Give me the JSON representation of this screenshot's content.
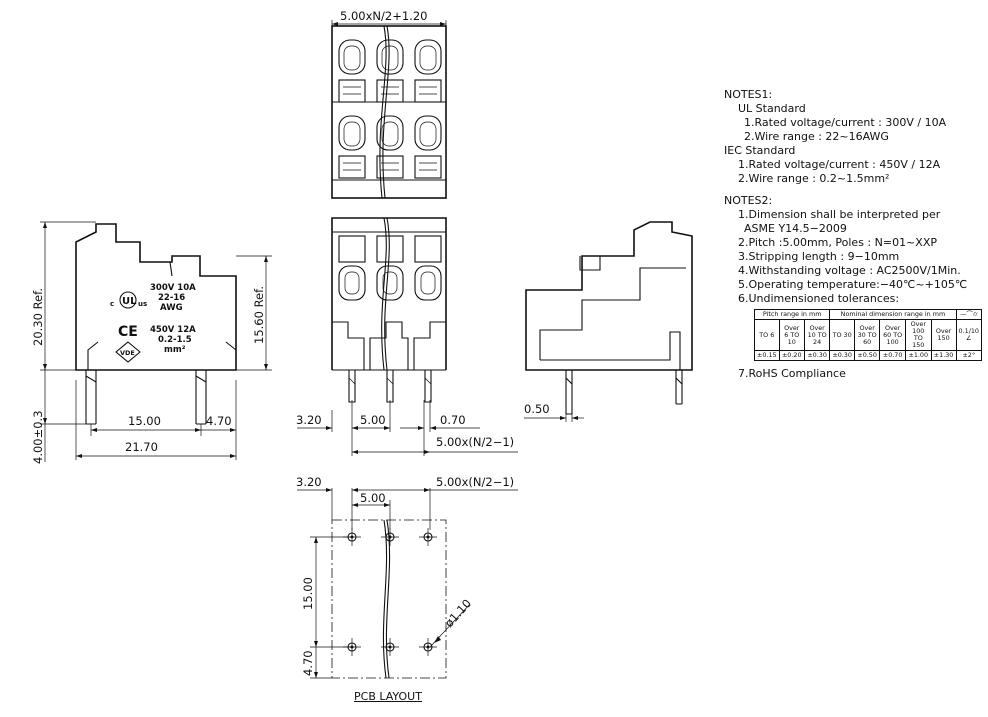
{
  "dimensions": {
    "top_width": "5.00xN/2+1.20",
    "side_height_total": "20.30 Ref.",
    "side_height_body": "15.60 Ref.",
    "pin_length": "4.00±0.3",
    "side_pin_span": "15.00",
    "side_pin_offset": "4.70",
    "side_overall": "21.70",
    "front_edge": "3.20",
    "front_pitch": "5.00",
    "front_pin_width": "0.70",
    "front_span": "5.00x(N/2−1)",
    "back_pin": "0.50",
    "pcb_edge": "3.20",
    "pcb_pitch": "5.00",
    "pcb_span": "5.00x(N/2−1)",
    "pcb_pin_span": "15.00",
    "pcb_offset": "4.70",
    "pcb_hole": "ø1.10"
  },
  "body_marking": {
    "ul_rating": "300V 10A",
    "ul_awg": "22-16",
    "ul_awg_unit": "AWG",
    "iec_rating": "450V 12A",
    "iec_range": "0.2-1.5",
    "iec_unit": "mm²",
    "ce_mark": "CE",
    "ul_mark_c": "c",
    "ul_mark_us": "us",
    "vde_mark": "VDE"
  },
  "pcb_layout_title": "PCB LAYOUT",
  "notes1": {
    "title": "NOTES1:",
    "ul_title": "UL Standard",
    "ul_item1": "1.Rated voltage/current : 300V / 10A",
    "ul_item2": "2.Wire range : 22~16AWG",
    "iec_title": "IEC Standard",
    "iec_item1": "1.Rated voltage/current : 450V / 12A",
    "iec_item2": "2.Wire range : 0.2~1.5mm²"
  },
  "notes2": {
    "title": "NOTES2:",
    "item1": "1.Dimension shall be interpreted per",
    "item1b": "ASME Y14.5−2009",
    "item2": "2.Pitch :5.00mm, Poles : N=01~XXP",
    "item3": "3.Stripping length : 9−10mm",
    "item4": "4.Withstanding voltage : AC2500V/1Min.",
    "item5": "5.Operating temperature:−40℃~+105℃",
    "item6": "6.Undimensioned tolerances:",
    "item7": "7.RoHS Compliance"
  },
  "tolerance_table": {
    "pitch_header": "Pitch range in mm",
    "nominal_header": "Nominal dimension range in mm",
    "symbol_header": "—⌒⌭",
    "ranges": [
      "TO 6",
      "Over 6 TO 10",
      "Over 10 TO 24",
      "TO 30",
      "Over 30 TO 60",
      "Over 60 TO 100",
      "Over 100 TO 150",
      "Over 150"
    ],
    "values": [
      "±0.15",
      "±0.20",
      "±0.30",
      "±0.30",
      "±0.50",
      "±0.70",
      "±1.00",
      "±1.30"
    ],
    "flatness": "0.1/10",
    "angle_symbol": "∠",
    "angle_tol": "±2°"
  }
}
